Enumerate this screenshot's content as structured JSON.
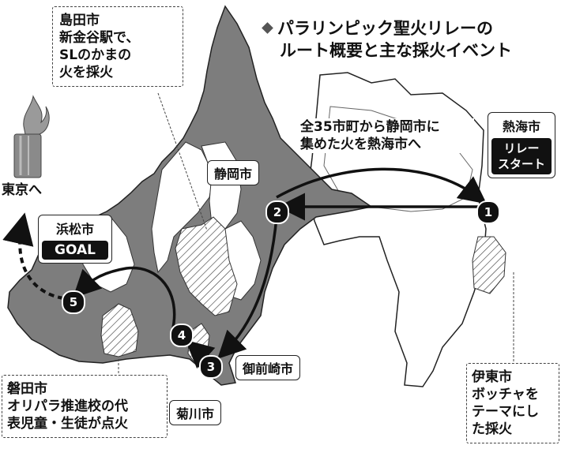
{
  "title": {
    "line1": "パラリンピック聖火リレーの",
    "line2": "ルート概要と主な採火イベント"
  },
  "notes": {
    "shimada": [
      "島田市",
      "新金谷駅で、",
      "SLのかまの",
      "火を採火"
    ],
    "relay_route": [
      "全35市町から静岡市に",
      "集めた火を熱海市へ"
    ],
    "iwata": [
      "磐田市",
      "オリパラ推進校の代",
      "表児童・生徒が点火"
    ],
    "ito": [
      "伊東市",
      "ボッチャを",
      "テーマにし",
      "た採火"
    ]
  },
  "labels": {
    "atami": "熱海市",
    "atami_tag": [
      "リレー",
      "スタート"
    ],
    "shizuoka": "静岡市",
    "hamamatsu": "浜松市",
    "hamamatsu_tag": "GOAL",
    "omaezaki": "御前崎市",
    "kikugawa": "菊川市",
    "tokyo": "東京へ"
  },
  "stops": [
    "1",
    "2",
    "3",
    "4",
    "5"
  ],
  "colors": {
    "land_gray": "#7d7d7d",
    "land_white": "#ffffff",
    "ink": "#111111"
  },
  "icons": [
    "cube-bullet-icon",
    "torch-icon"
  ]
}
